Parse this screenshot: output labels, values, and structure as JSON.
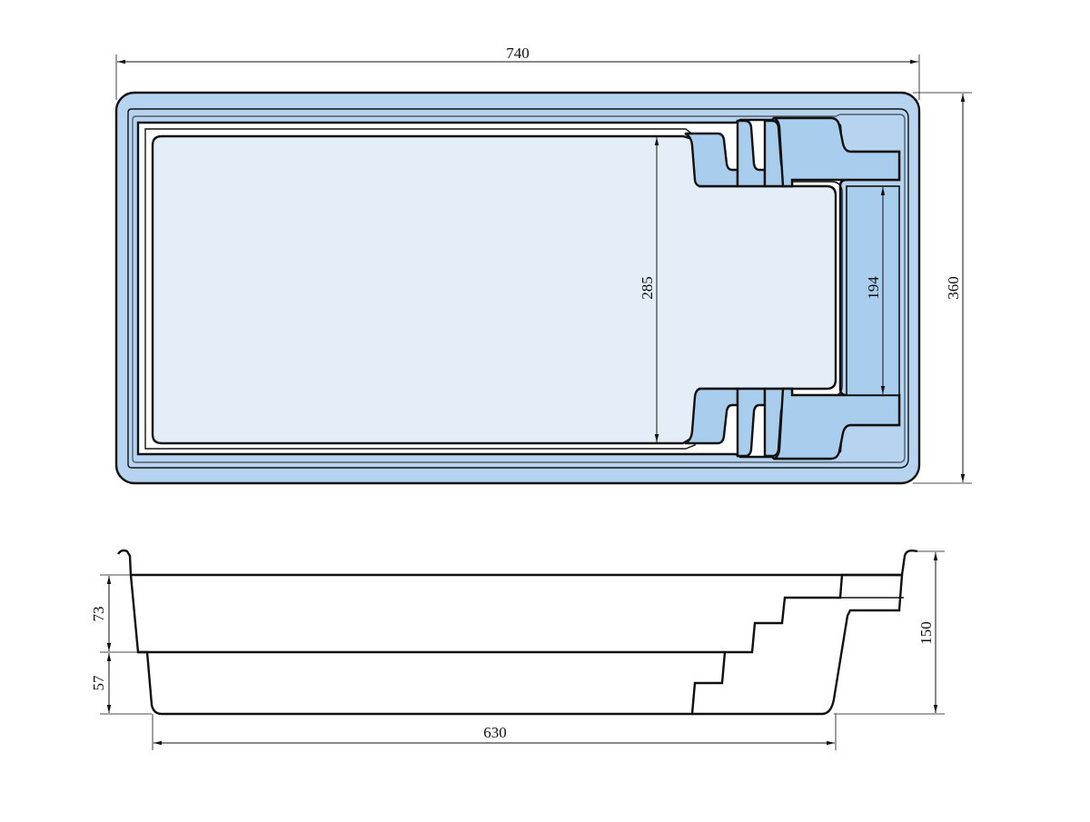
{
  "dimensions": {
    "overall_length": "740",
    "overall_width": "360",
    "inner_width": "285",
    "step_area_width": "194",
    "bottom_length": "630",
    "overall_depth": "150",
    "upper_depth": "73",
    "lower_depth": "57"
  },
  "colors": {
    "rim_fill": "#b6d3ef",
    "floor_fill": "#e3eef8",
    "step_fill": "#a9cdec",
    "line": "#111111"
  }
}
